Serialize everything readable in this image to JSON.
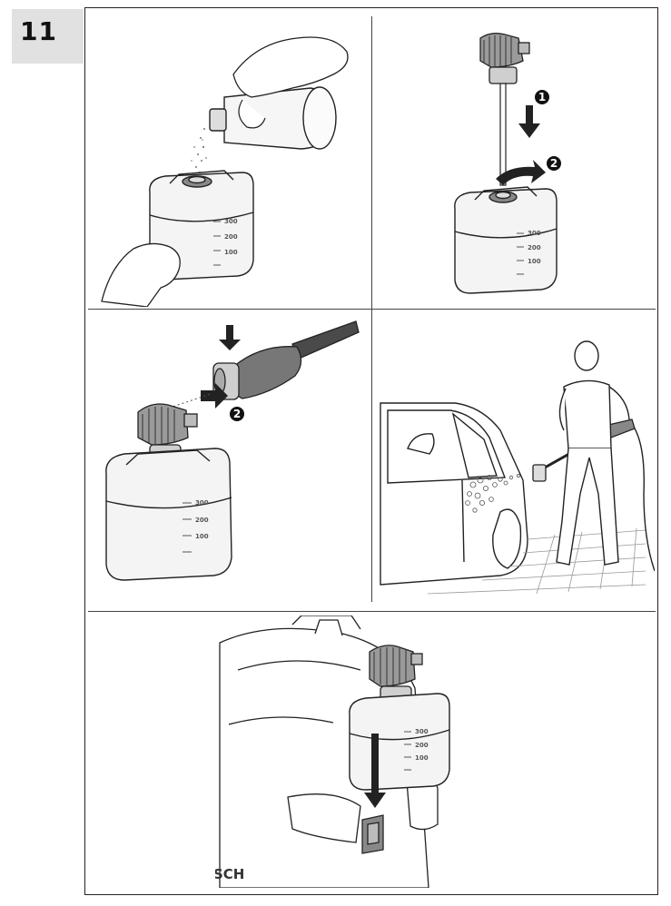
{
  "step": {
    "number": "11"
  },
  "tank_scale": [
    "300",
    "200",
    "100"
  ],
  "callouts": {
    "one": "1",
    "two": "2"
  },
  "brand_fragment": "SCH",
  "colors": {
    "panel_tab": "#e1e1e1",
    "ink": "#222222",
    "tank_fill": "#f4f4f4",
    "cap_fill": "#8c8c8c"
  }
}
